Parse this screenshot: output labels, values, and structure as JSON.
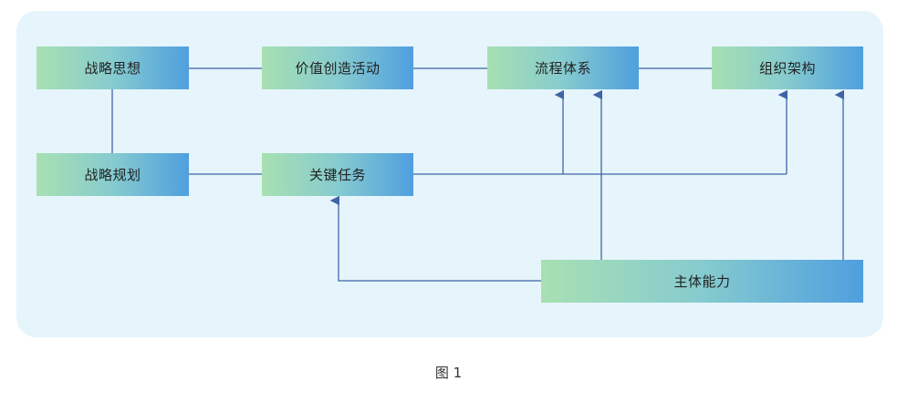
{
  "nodes": {
    "strategy_thought": "战略思想",
    "value_creation": "价值创造活动",
    "process_system": "流程体系",
    "org_structure": "组织架构",
    "strategy_plan": "战略规划",
    "key_tasks": "关键任务",
    "main_capability": "主体能力"
  },
  "caption": "图 1",
  "colors": {
    "panel": "#e6f5fb",
    "line": "#3f65a8",
    "box_start": "#a8e0b2",
    "box_end": "#4f9fdf"
  }
}
